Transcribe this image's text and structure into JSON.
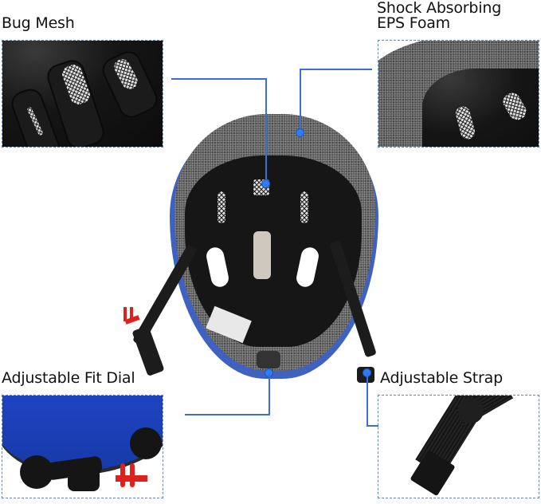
{
  "callouts": {
    "bug_mesh": {
      "label": "Bug Mesh"
    },
    "eps_foam": {
      "label": "Shock Absorbing\nEPS Foam"
    },
    "fit_dial": {
      "label": "Adjustable Fit Dial"
    },
    "strap": {
      "label": "Adjustable Strap"
    }
  },
  "colors": {
    "connector_line": "#3b6fd4",
    "connector_dot": "#2f7df6",
    "panel_border": "#6d87b4",
    "helmet_shell": "#3f61c0",
    "buckle_red": "#e0201c"
  }
}
